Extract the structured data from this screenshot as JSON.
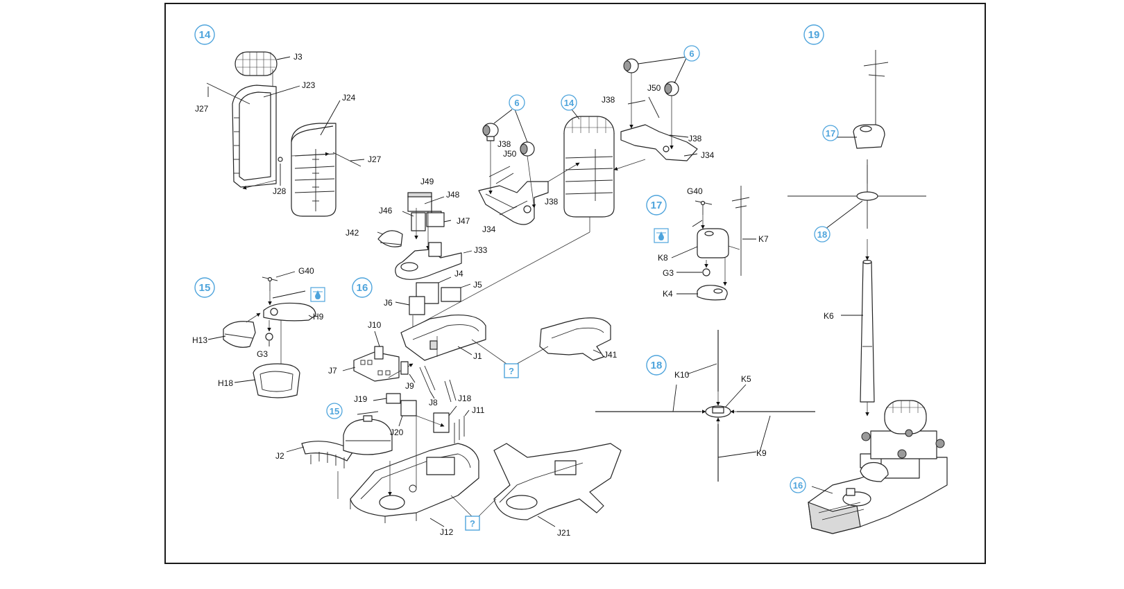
{
  "steps": {
    "s14": "14",
    "s15": "15",
    "s16": "16",
    "s17": "17",
    "s18": "18",
    "s19": "19"
  },
  "references": {
    "r6a": "6",
    "r6b": "6",
    "r14": "14",
    "r17": "17",
    "r18": "18",
    "r15": "15",
    "r16": "16"
  },
  "callouts": {
    "q1": "?",
    "q2": "?"
  },
  "labels": {
    "J3": "J3",
    "J23": "J23",
    "J27a": "J27",
    "J24": "J24",
    "J27b": "J27",
    "J28": "J28",
    "J38a": "J38",
    "J50a": "J50",
    "J38b": "J38",
    "J34a": "J34",
    "J38c": "J38",
    "J50b": "J50",
    "J38d": "J38",
    "J34b": "J34",
    "J49": "J49",
    "J48": "J48",
    "J46": "J46",
    "J47": "J47",
    "J42": "J42",
    "J33": "J33",
    "J4": "J4",
    "J5": "J5",
    "J6": "J6",
    "J10": "J10",
    "J7": "J7",
    "J1": "J1",
    "J9": "J9",
    "J8": "J8",
    "J19": "J19",
    "J18": "J18",
    "J11": "J11",
    "J20": "J20",
    "J2": "J2",
    "J12": "J12",
    "J21": "J21",
    "J41": "J41",
    "G40a": "G40",
    "H9": "H9",
    "H13": "H13",
    "G3a": "G3",
    "H18": "H18",
    "G40b": "G40",
    "K7": "K7",
    "K8": "K8",
    "G3b": "G3",
    "K4": "K4",
    "K10": "K10",
    "K5": "K5",
    "K9": "K9",
    "K6": "K6"
  },
  "icons": {
    "glue": "glue-icon"
  },
  "colors": {
    "accent": "#4ea4dc",
    "line": "#222222",
    "frame": "#1a1a1a"
  }
}
